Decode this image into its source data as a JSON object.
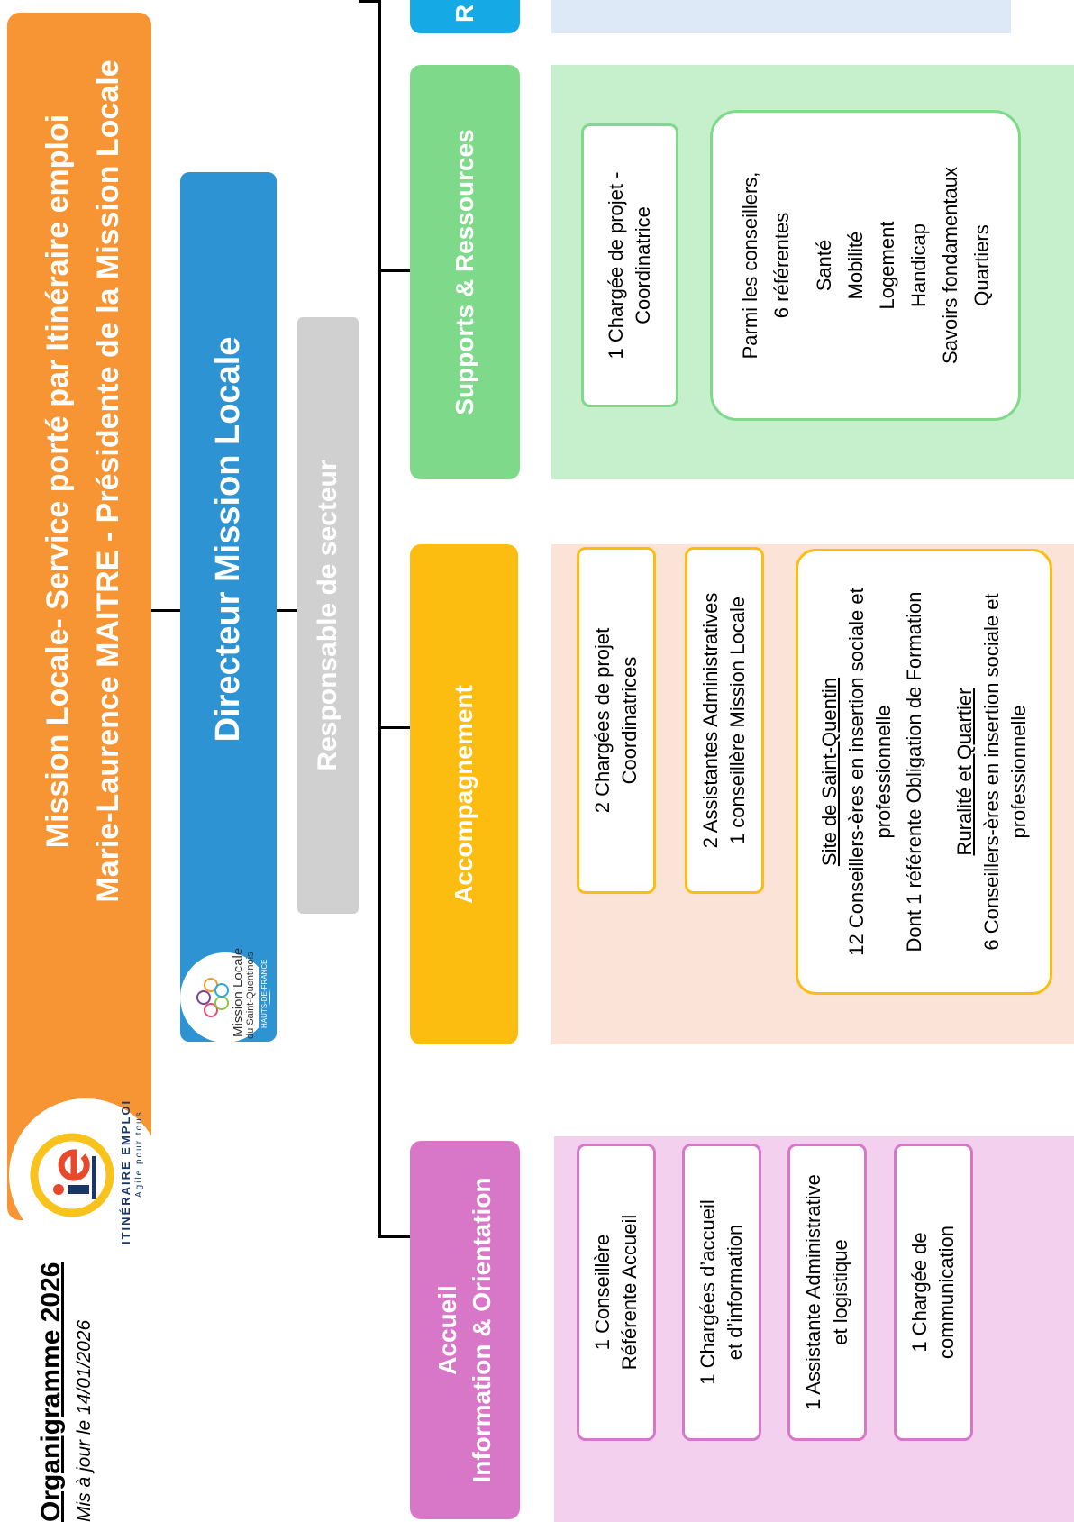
{
  "title": "Organigramme 2026",
  "update_date": "Mis à jour le 14/01/2026",
  "logos": {
    "itineraire_emploi": {
      "name": "ITINÉRAIRE EMPLOI",
      "tagline": "Agile pour tous"
    },
    "mission_locale": {
      "line1": "Mission Locale",
      "line2": "du Saint-Quentinois",
      "region": "HAUTS-DE-FRANCE"
    }
  },
  "header": {
    "line1": "Mission Locale- Service porté par Itinéraire emploi",
    "line2": "Marie-Laurence MAITRE - Présidente de la Mission Locale"
  },
  "director": "Directeur Mission Locale",
  "responsable": "Responsable de secteur",
  "poles": [
    {
      "title_line1": "Accueil",
      "title_line2": "Information & Orientation",
      "cards": [
        [
          "1 Conseillère",
          "Référente Accueil"
        ],
        [
          "1 Chargées d’accueil",
          "et d’information"
        ],
        [
          "1 Assistante Administrative",
          "et logistique"
        ],
        [
          "1 Chargée de",
          "communication"
        ]
      ]
    },
    {
      "title": "Accompagnement",
      "cards": [
        [
          "2 Chargées de projet",
          "Coordinatrices"
        ],
        [
          "2 Assistantes Administratives",
          "1 conseillère Mission Locale"
        ]
      ],
      "sites": {
        "site1_title": "Site de Saint-Quentin",
        "site1_line1": "12 Conseillers-ères en insertion sociale et",
        "site1_line2": "professionnelle",
        "site1_line3": "Dont 1 référente Obligation de Formation",
        "site2_title": "Ruralité et Quartier",
        "site2_line1": "6 Conseillers-ères en insertion sociale et",
        "site2_line2": "professionnelle"
      }
    },
    {
      "title": "Supports & Ressources",
      "cards": [
        [
          "1 Chargée de projet -",
          "Coordinatrice"
        ]
      ],
      "referents": {
        "intro1": "Parmi les conseillers,",
        "intro2": "6 référentes",
        "items": [
          "Santé",
          "Mobilité",
          "Logement",
          "Handicap",
          "Savoirs fondamentaux",
          "Quartiers"
        ]
      }
    },
    {
      "title": "R"
    }
  ],
  "colors": {
    "header": "#f79433",
    "director": "#2e93d2",
    "responsable": "#d0d0d0",
    "accueil": "#d876c8",
    "accueil_panel": "#f2d0ee",
    "accompagnement": "#fdbd10",
    "accompagnement_panel": "#fbe3d8",
    "supports": "#7fd98b",
    "supports_panel": "#c5f0cb",
    "fourth": "#15a9e6",
    "fourth_panel": "#dde9f6"
  }
}
